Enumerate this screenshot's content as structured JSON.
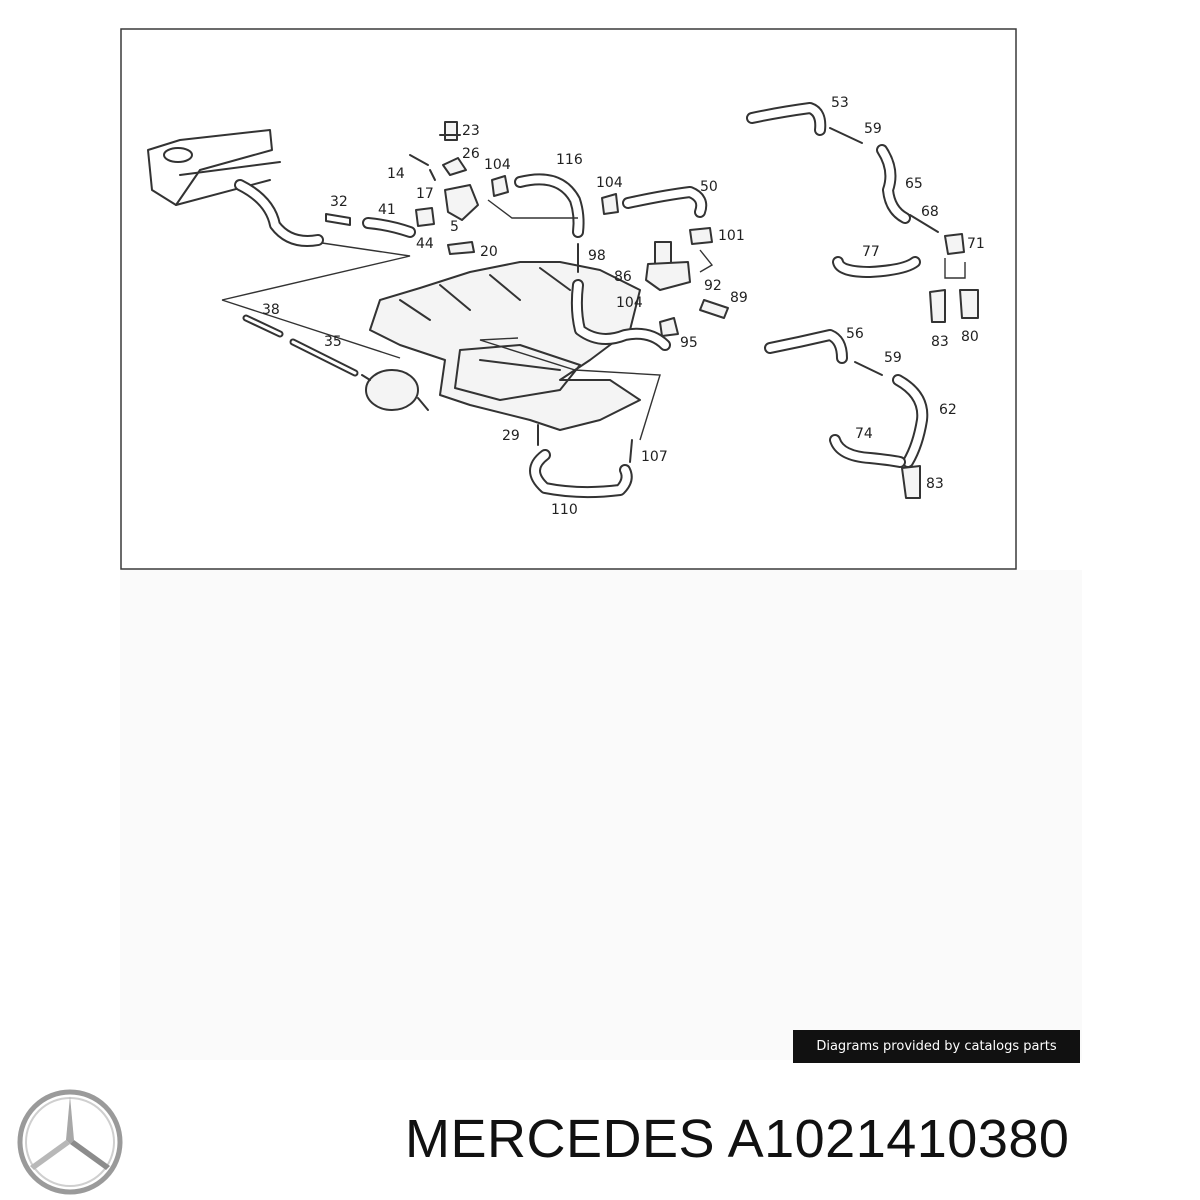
{
  "callouts": [
    "23",
    "26",
    "104",
    "116",
    "14",
    "17",
    "104",
    "50",
    "32",
    "41",
    "5",
    "44",
    "20",
    "98",
    "101",
    "86",
    "92",
    "89",
    "104",
    "95",
    "38",
    "35",
    "29",
    "107",
    "110",
    "53",
    "59",
    "65",
    "68",
    "77",
    "71",
    "83",
    "80",
    "56",
    "59",
    "62",
    "74",
    "83"
  ],
  "attribution": "Diagrams provided by catalogs parts",
  "brand": "MERCEDES",
  "part_number": "A1021410380",
  "logo_icon": "mercedes-star-icon"
}
